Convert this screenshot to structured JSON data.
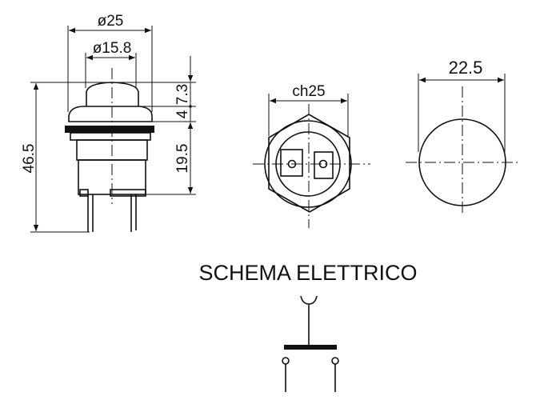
{
  "side_view": {
    "dimensions": {
      "outer_diameter": "ø25",
      "cap_diameter": "ø15.8",
      "total_height": "46.5",
      "cap_height": "7.3",
      "flange_height": "4",
      "body_height": "19.5"
    }
  },
  "bottom_view": {
    "across_flats": "ch25"
  },
  "top_view": {
    "diameter": "22.5"
  },
  "schematic": {
    "title": "SCHEMA ELETTRICO"
  },
  "colors": {
    "ink": "#111111",
    "background": "#ffffff"
  }
}
